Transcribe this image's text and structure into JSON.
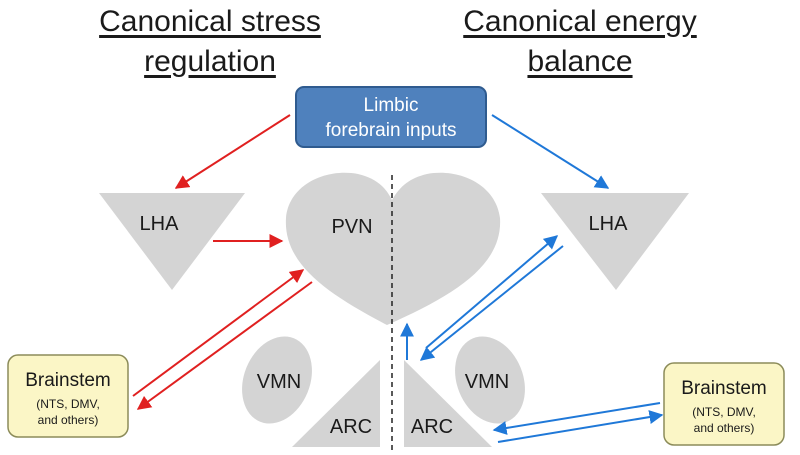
{
  "headings": {
    "left": [
      "Canonical stress",
      "regulation"
    ],
    "right": [
      "Canonical energy",
      "balance"
    ]
  },
  "limbic": {
    "lines": [
      "Limbic",
      "forebrain inputs"
    ],
    "fill": "#4f81bd",
    "stroke": "#2f5b8f"
  },
  "regions": {
    "lha_left": "LHA",
    "lha_right": "LHA",
    "pvn": "PVN",
    "vmn_left": "VMN",
    "vmn_right": "VMN",
    "arc_left": "ARC",
    "arc_right": "ARC"
  },
  "brainstem_left": {
    "title": "Brainstem",
    "detail": [
      "(NTS, DMV,",
      "and others)"
    ]
  },
  "brainstem_right": {
    "title": "Brainstem",
    "detail": [
      "(NTS, DMV,",
      "and others)"
    ]
  },
  "colors": {
    "stress": "#e02020",
    "energy": "#1f78d8",
    "region_fill": "#d4d4d4",
    "brainstem_fill": "#fbf6c6",
    "brainstem_stroke": "#8c8c5a"
  }
}
